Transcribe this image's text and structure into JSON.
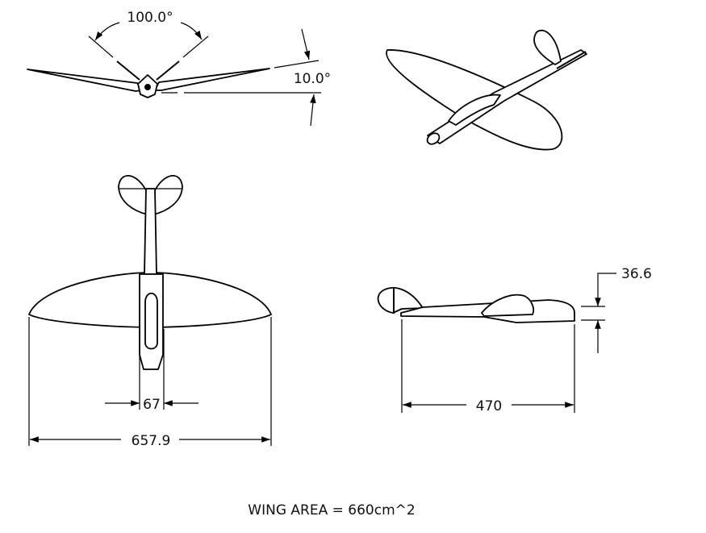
{
  "front_view": {
    "dihedral_total_label": "100.0°",
    "dihedral_label": "10.0°"
  },
  "top_view": {
    "fuselage_width_label": "67",
    "wingspan_label": "657.9"
  },
  "side_view": {
    "length_label": "470",
    "height_label": "36.6"
  },
  "footer": {
    "wing_area_label": "WING AREA = 660cm^2"
  },
  "colors": {
    "line": "#000000",
    "background": "#ffffff"
  }
}
